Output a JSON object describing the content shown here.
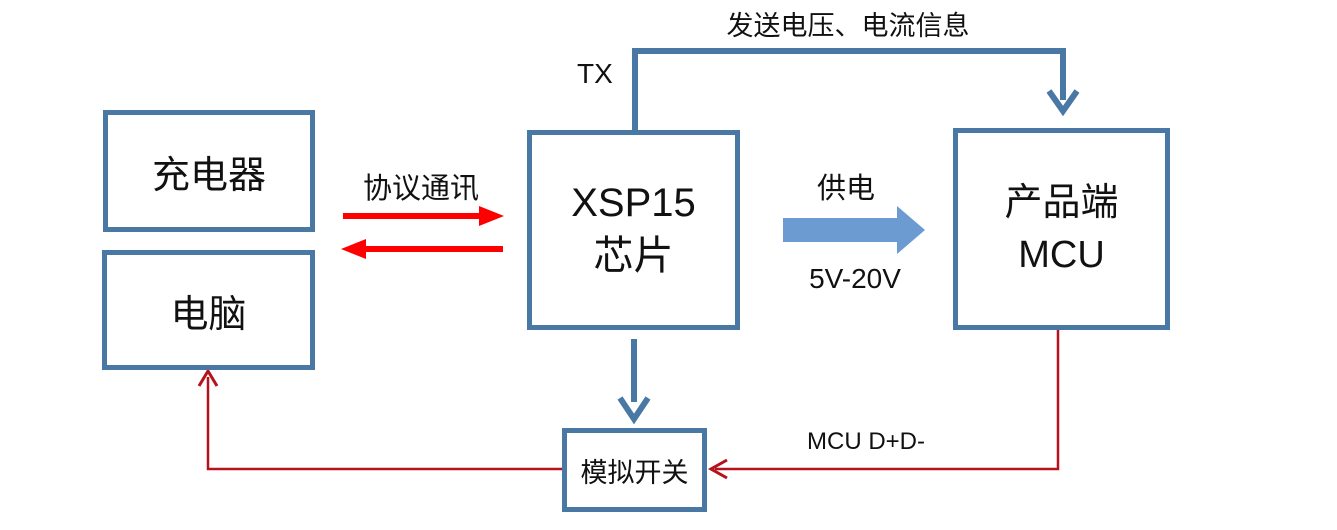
{
  "diagram": {
    "boxes": {
      "charger": {
        "label": "充电器"
      },
      "computer": {
        "label": "电脑"
      },
      "chip": {
        "line1": "XSP15",
        "line2": "芯片"
      },
      "mcu": {
        "line1": "产品端",
        "line2": "MCU"
      },
      "analog_switch": {
        "label": "模拟开关"
      }
    },
    "labels": {
      "send_info": "发送电压、电流信息",
      "tx": "TX",
      "protocol": "协议通讯",
      "power": "供电",
      "voltage_range": "5V-20V",
      "mcu_dd": "MCU D+D-"
    },
    "colors": {
      "box_border_blue": "#4a78a4",
      "power_arrow_blue": "#6c9bd2",
      "protocol_arrow_red": "#fe0000",
      "signal_line_dark_red": "#b5121b",
      "text": "#111111"
    }
  }
}
